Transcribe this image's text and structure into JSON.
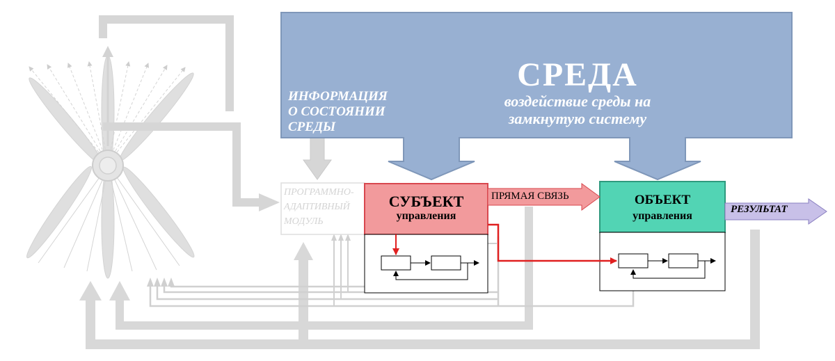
{
  "environment": {
    "title": "СРЕДА",
    "subtitle_line1": "воздействие среды на",
    "subtitle_line2": "замкнутую систему"
  },
  "info": {
    "line1": "ИНФОРМАЦИЯ",
    "line2": "О СОСТОЯНИИ",
    "line3": "СРЕДЫ"
  },
  "module": {
    "line1": "ПРОГРАММНО-",
    "line2": "АДАПТИВНЫЙ",
    "line3": "МОДУЛЬ"
  },
  "subject": {
    "line1": "СУБЪЕКТ",
    "line2": "управления"
  },
  "object": {
    "line1": "ОБЪЕКТ",
    "line2": "управления"
  },
  "direct_link": "ПРЯМАЯ СВЯЗЬ",
  "result": "РЕЗУЛЬТАТ",
  "colors": {
    "environment": "#98b0d2",
    "environment_border": "#7f97b9",
    "subject": "#f29a9c",
    "subject_border": "#d8474e",
    "object": "#52d4b4",
    "object_border": "#2e9a7e",
    "direct_arrow": "#f29a9c",
    "result_arrow": "#c8c0e8",
    "control_line": "#e02020",
    "feedback_gray": "#d8d8d8"
  }
}
